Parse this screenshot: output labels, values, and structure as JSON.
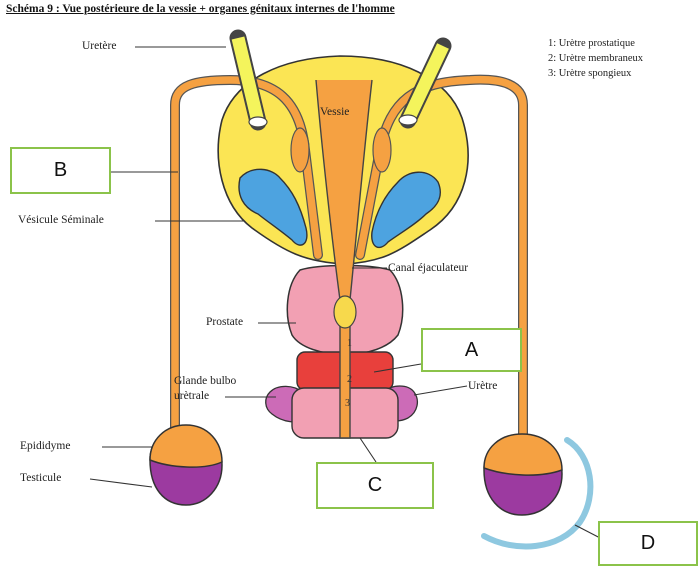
{
  "title": "Schéma 9 : Vue postérieure de la vessie + organes génitaux internes de l'homme",
  "legend": [
    "1: Urètre prostatique",
    "2: Urètre membraneux",
    "3: Urètre spongieux"
  ],
  "labels": {
    "uretere": "Uretère",
    "vessie": "Vessie",
    "vesicule": "Vésicule Séminale",
    "canal": "Canal éjaculateur",
    "prostate": "Prostate",
    "glande_l1": "Glande bulbo",
    "glande_l2": "urètrale",
    "uretre": "Urètre",
    "epididyme": "Epididyme",
    "testicule": "Testicule"
  },
  "segment_numbers": [
    "1",
    "2",
    "3"
  ],
  "answer_boxes": {
    "a": "A",
    "b": "B",
    "c": "C",
    "d": "D"
  },
  "colors": {
    "bladder": "#fbe554",
    "ureter": "#f4f45c",
    "duct": "#f5a142",
    "vesicle": "#4da3e0",
    "prostate": "#f2a0b3",
    "membranous": "#e8403c",
    "bulbo": "#cc6bb7",
    "testis": "#9c3aa0",
    "highlight": "#8ec8e0",
    "box_border": "#8bc34a"
  }
}
